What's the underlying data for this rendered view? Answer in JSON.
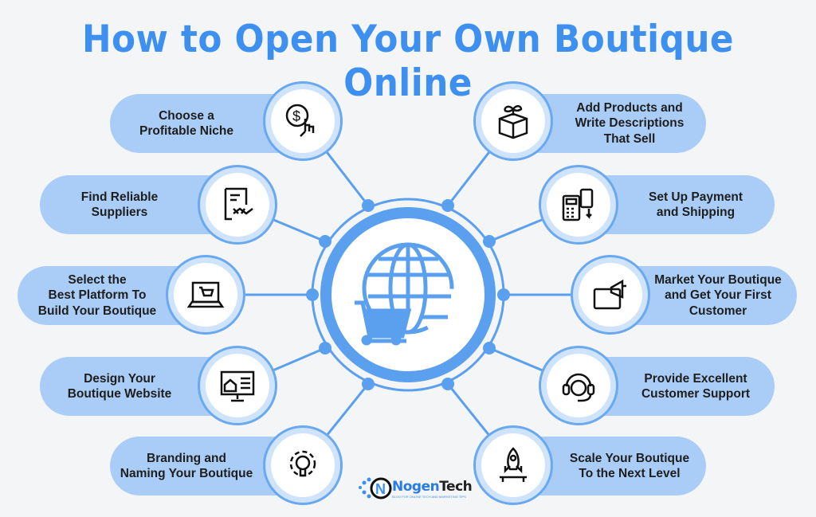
{
  "title": "How to Open Your Own Boutique Online",
  "colors": {
    "accent": "#3d90f0",
    "pill": "#a9cdf6",
    "ring": "#5aa0ef"
  },
  "center_icon": "globe-shopping-cart-icon",
  "left_steps": [
    {
      "label": "Choose a\nProfitable Niche",
      "icon": "dollar-hand-icon"
    },
    {
      "label": "Find Reliable\nSuppliers",
      "icon": "contract-handshake-icon"
    },
    {
      "label": "Select the\nBest Platform To\nBuild Your Boutique",
      "icon": "laptop-cart-icon"
    },
    {
      "label": "Design Your\nBoutique Website",
      "icon": "website-layout-icon"
    },
    {
      "label": "Branding and\nNaming Your Boutique",
      "icon": "gear-bulb-icon"
    }
  ],
  "right_steps": [
    {
      "label": "Add Products and\nWrite Descriptions\nThat Sell",
      "icon": "box-sprout-icon"
    },
    {
      "label": "Set Up Payment\nand Shipping",
      "icon": "pos-card-icon"
    },
    {
      "label": "Market Your Boutique\nand Get Your First\nCustomer",
      "icon": "megaphone-icon"
    },
    {
      "label": "Provide Excellent\nCustomer Support",
      "icon": "headset-icon"
    },
    {
      "label": "Scale Your Boutique\nTo the Next Level",
      "icon": "rocket-icon"
    }
  ],
  "logo": {
    "name_a": "Nogen",
    "name_b": "Tech",
    "tagline": "BLOG FOR ONLINE TECH AND MARKETING TIPS"
  }
}
